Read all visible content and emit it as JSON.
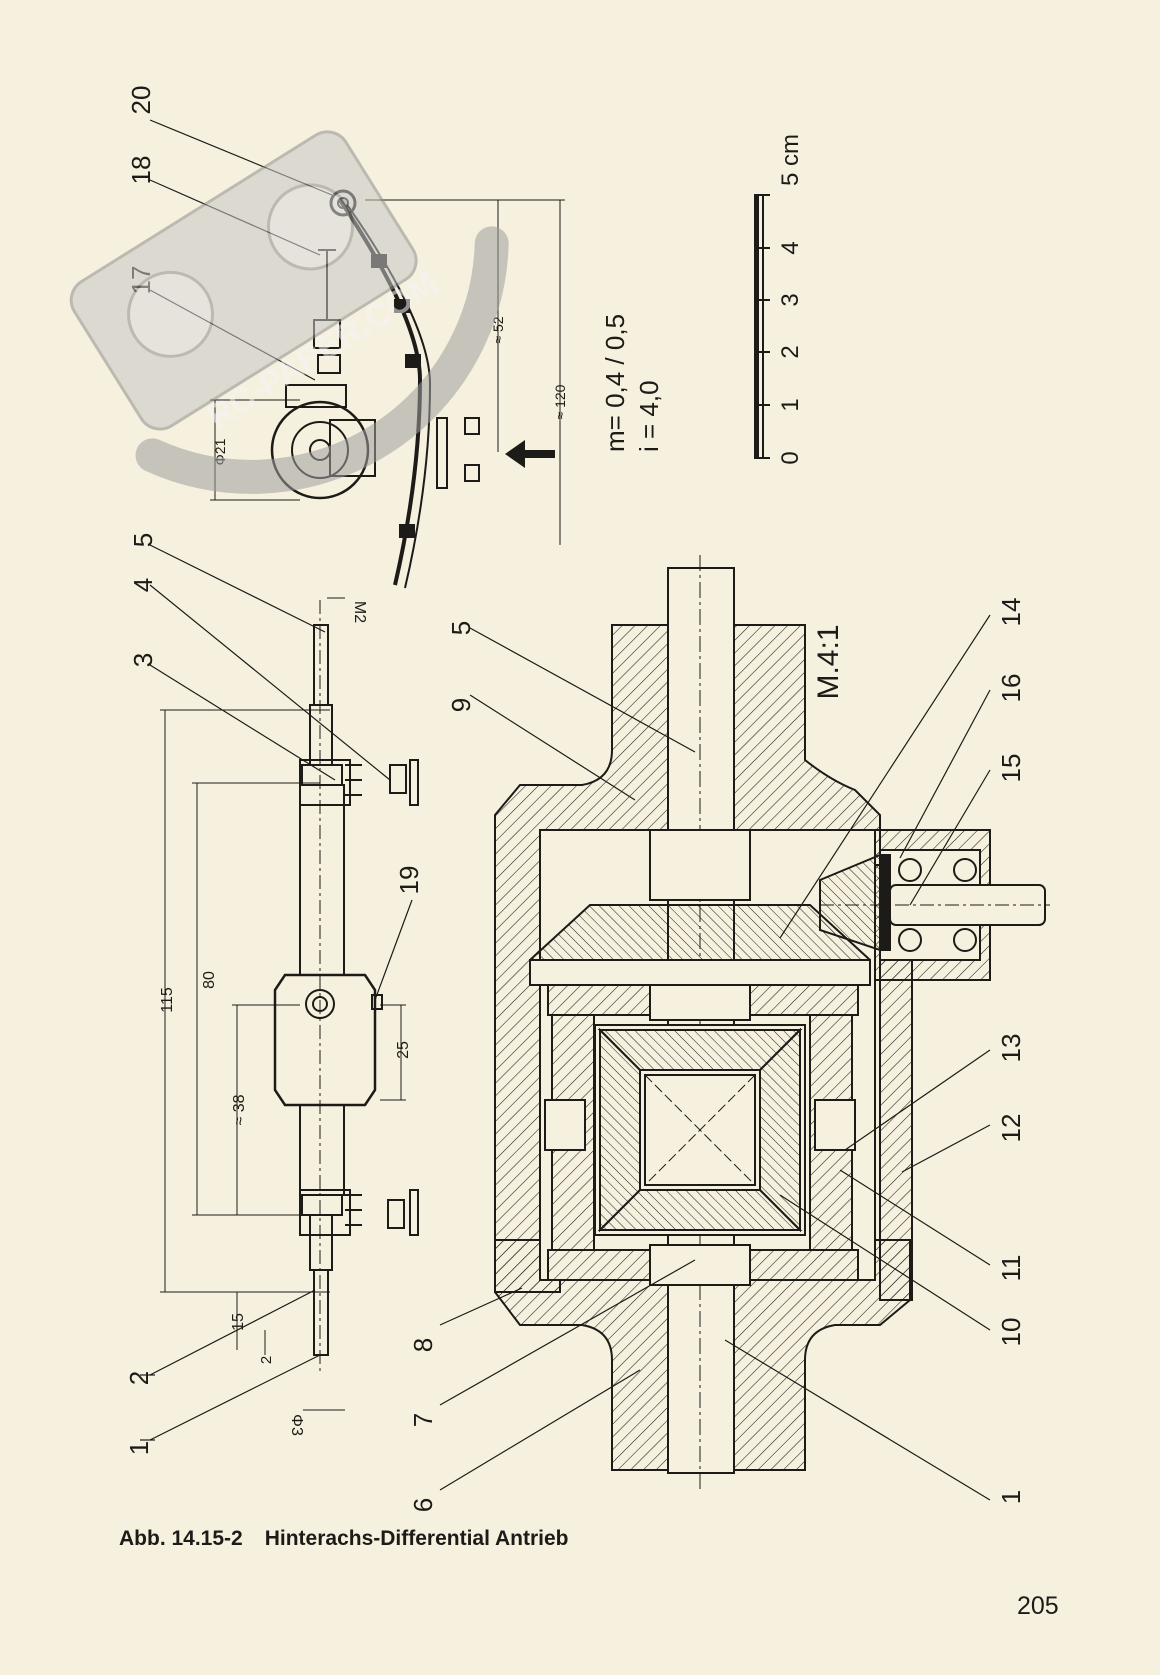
{
  "caption": {
    "figure": "Abb. 14.15-2",
    "title": "Hinterachs-Differential Antrieb"
  },
  "page_number": "205",
  "watermark": "RC-PAPER.COM",
  "scale_bar": {
    "ticks": [
      "0",
      "1",
      "2",
      "3",
      "4",
      "5 cm"
    ]
  },
  "gear_spec": {
    "module": "m= 0,4 / 0,5",
    "ratio": "i = 4,0"
  },
  "scale_note": "M.4:1",
  "top_view": {
    "parts": [
      "17",
      "18",
      "20"
    ],
    "dims": {
      "d21": "Φ21",
      "d52": "≈ 52",
      "d120": "≈ 120"
    }
  },
  "axle_view": {
    "parts": [
      "1",
      "2",
      "3",
      "4",
      "5",
      "19"
    ],
    "dims": {
      "m2": "M2",
      "d115": "115",
      "d80": "80",
      "d38": "≈ 38",
      "d25": "25",
      "d15": "15",
      "d2": "2",
      "d3": "Φ3"
    }
  },
  "section_view": {
    "parts": [
      "5",
      "9",
      "14",
      "16",
      "15",
      "13",
      "12",
      "11",
      "10",
      "1",
      "8",
      "7",
      "6"
    ]
  },
  "colors": {
    "paper": "#f6f1df",
    "ink": "#1d1b18",
    "watermark": "#bdbdbd"
  }
}
